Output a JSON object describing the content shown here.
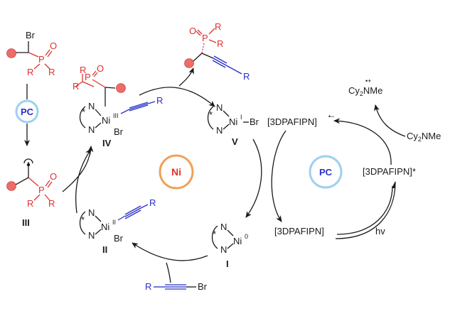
{
  "catalysts": {
    "ni": "Ni",
    "pc_cycle": "PC",
    "pc_left": "PC"
  },
  "species": {
    "I": "I",
    "II": "II",
    "III": "III",
    "IV": "IV",
    "V": "V"
  },
  "atoms": {
    "N": "N",
    "Ni": "Ni",
    "Br": "Br",
    "R": "R",
    "P": "P",
    "O": "O",
    "star": "*"
  },
  "oxidation": {
    "ni0": "0",
    "ni1": "I",
    "ni2": "II",
    "ni3": "III"
  },
  "photocat": {
    "ground": "[3DPAFIPN]",
    "excited": "[3DPAFIPN]*",
    "reduced": "[3DPAFIPN]",
    "reduced_charge": "•−",
    "quencher": "Cy",
    "quencher_sub": "2",
    "quencher_tail": "NMe",
    "radical_cation": "•+",
    "light": "hv"
  },
  "colors": {
    "black": "#1a1a1a",
    "red": "#e0322f",
    "blue": "#2730c8",
    "ni_circle": "#f0a15a",
    "pc_circle": "#9ed0f2"
  }
}
